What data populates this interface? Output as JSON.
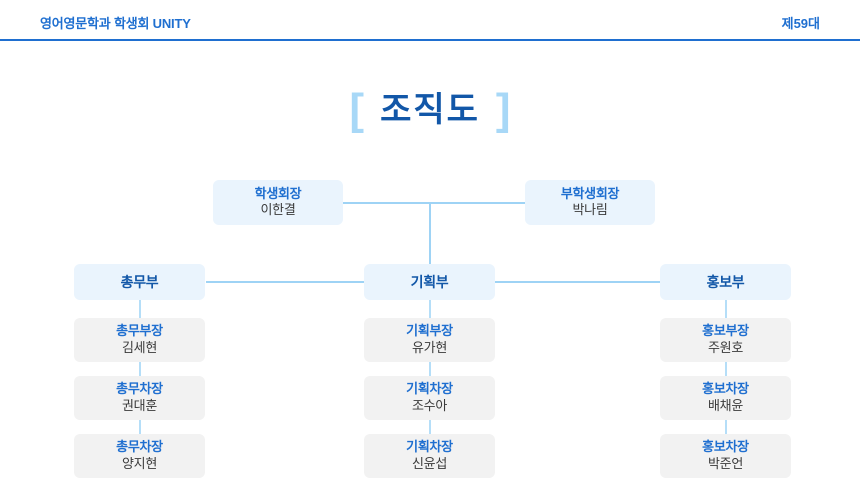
{
  "header": {
    "brand": "영어영문학과 학생회 UNITY",
    "term": "제59대"
  },
  "page": {
    "bracket_left": "[",
    "bracket_right": "]",
    "title": "조직도"
  },
  "colors": {
    "brand_blue": "#1f6fd0",
    "title_blue": "#1257a8",
    "bracket_blue": "#a8d8f7",
    "connector_blue": "#9ed3f5",
    "lead_box_bg": "#eaf4fd",
    "member_box_bg": "#f2f2f2",
    "name_gray": "#3a3a3a"
  },
  "leadership": [
    {
      "role": "학생회장",
      "name": "이한결"
    },
    {
      "role": "부학생회장",
      "name": "박나림"
    }
  ],
  "departments": [
    {
      "name": "총무부",
      "members": [
        {
          "role": "총무부장",
          "name": "김세현"
        },
        {
          "role": "총무차장",
          "name": "권대훈"
        },
        {
          "role": "총무차장",
          "name": "양지현"
        }
      ]
    },
    {
      "name": "기획부",
      "members": [
        {
          "role": "기획부장",
          "name": "유가현"
        },
        {
          "role": "기획차장",
          "name": "조수아"
        },
        {
          "role": "기획차장",
          "name": "신윤섭"
        }
      ]
    },
    {
      "name": "홍보부",
      "members": [
        {
          "role": "홍보부장",
          "name": "주원호"
        },
        {
          "role": "홍보차장",
          "name": "배채윤"
        },
        {
          "role": "홍보차장",
          "name": "박준언"
        }
      ]
    }
  ]
}
